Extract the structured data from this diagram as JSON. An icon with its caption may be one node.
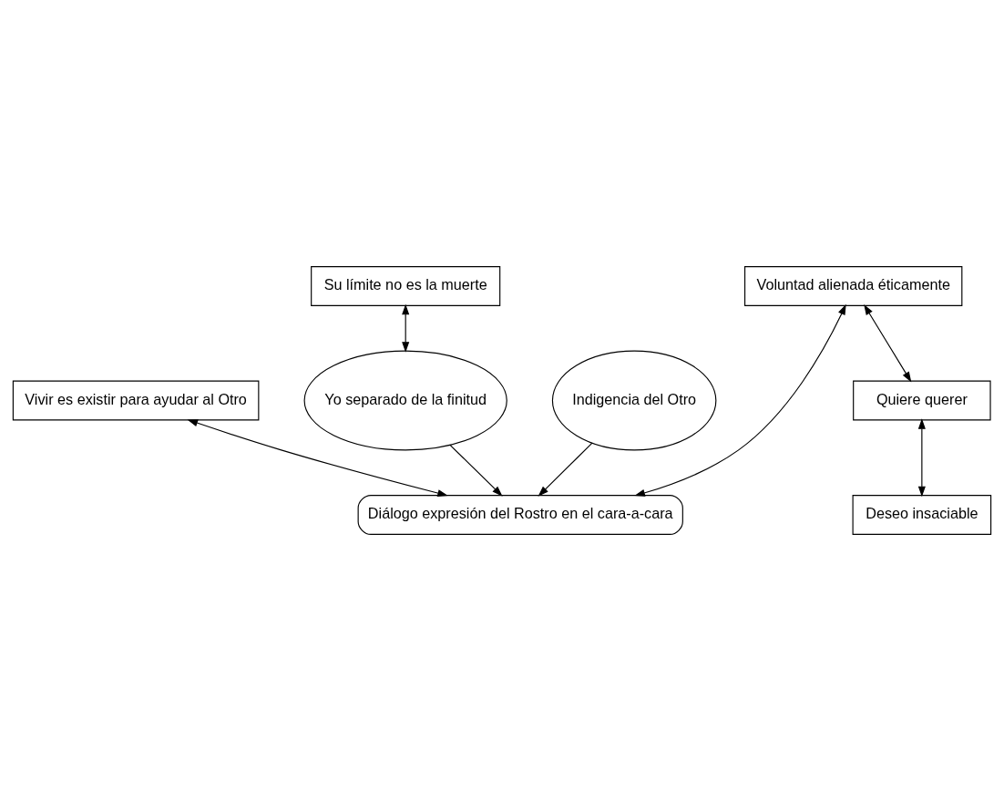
{
  "diagram": {
    "nodes": [
      {
        "text": [
          "Indigencia del Otro"
        ]
      },
      {
        "text": [
          "Vivir es existir para ayudar al Otro"
        ]
      },
      {
        "text": [
          "Diálogo expresión del Rostro en el cara-a-cara"
        ]
      },
      {
        "text": [
          "Voluntad alienada éticamente"
        ]
      },
      {
        "text": [
          "Su límite no es la muerte"
        ]
      },
      {
        "text": [
          "Quiere querer"
        ]
      },
      {
        "text": [
          "Yo separado de la finitud"
        ]
      },
      {
        "text": [
          "Deseo insaciable"
        ]
      }
    ],
    "edges": [
      {
        "from": 0,
        "to": 2,
        "arrow": "to"
      },
      {
        "from": 1,
        "to": 2,
        "arrow": "both"
      },
      {
        "from": 3,
        "to": 2,
        "arrow": "both"
      },
      {
        "from": 6,
        "to": 2,
        "arrow": "to"
      },
      {
        "from": 3,
        "to": 5,
        "arrow": "both"
      },
      {
        "from": 5,
        "to": 7,
        "arrow": "both"
      },
      {
        "from": 4,
        "to": 6,
        "arrow": "both"
      }
    ]
  }
}
